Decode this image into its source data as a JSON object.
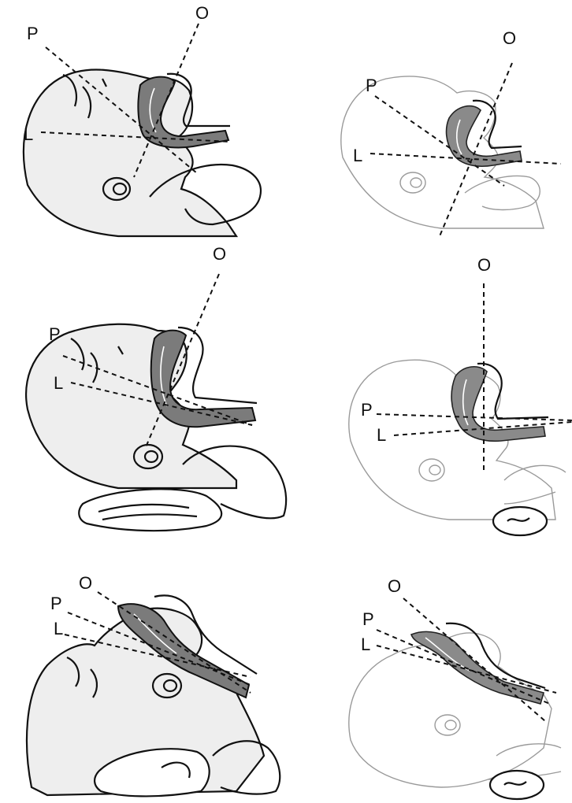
{
  "labels": {
    "oral": "O",
    "pharyngeal": "P",
    "laryngeal": "L"
  },
  "colors": {
    "axis_line": "#111111",
    "head_fill": "#eeeeee",
    "airway_fill": "#7b7b7b",
    "sketch_stroke": "#9a9a9a"
  },
  "panels": [
    {
      "position": "top-left",
      "style": "drawn"
    },
    {
      "position": "top-right",
      "style": "sketched"
    },
    {
      "position": "middle-left",
      "style": "drawn"
    },
    {
      "position": "middle-right",
      "style": "sketched"
    },
    {
      "position": "bottom-left",
      "style": "drawn"
    },
    {
      "position": "bottom-right",
      "style": "sketched"
    }
  ]
}
